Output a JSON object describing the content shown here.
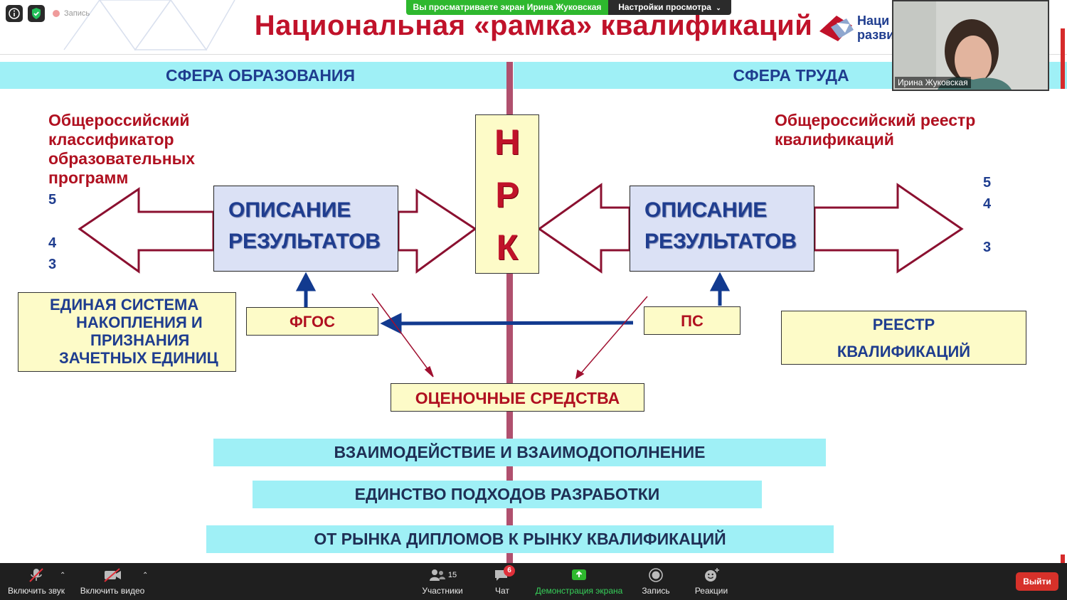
{
  "meeting": {
    "record_indicator": "Запись",
    "share_banner": "Вы просматриваете экран Ирина Жуковская",
    "view_settings": "Настройки просмотра",
    "presenter_name": "Ирина Жуковская",
    "logo_text_line1": "Нaци",
    "logo_text_line2": "разви"
  },
  "slide": {
    "title": "Национальная «рамка» квалификаций",
    "left_band": "СФЕРА ОБРАЗОВАНИЯ",
    "right_band": "СФЕРА ТРУДА",
    "left_heading": [
      "Общероссийский",
      "классификатор",
      "образовательных",
      "программ"
    ],
    "right_heading": [
      "Общероссийский реестр",
      "квалификаций"
    ],
    "left_numbers": [
      "5",
      "4",
      "3"
    ],
    "right_numbers": [
      "5",
      "4",
      "3"
    ],
    "result_box_lines": [
      "ОПИСАНИЕ",
      "РЕЗУЛЬТАТОВ"
    ],
    "nrk_letters": [
      "Н",
      "Р",
      "К"
    ],
    "credit_system": [
      "ЕДИНАЯ СИСТЕМА",
      "НАКОПЛЕНИЯ И",
      "ПРИЗНАНИЯ",
      "ЗАЧЕТНЫХ ЕДИНИЦ"
    ],
    "fgos": "ФГОС",
    "ps": "ПС",
    "registry": [
      "РЕЕСТР",
      "КВАЛИФИКАЦИЙ"
    ],
    "assessment": "ОЦЕНОЧНЫЕ СРЕДСТВА",
    "bars": [
      "ВЗАИМОДЕЙСТВИЕ И ВЗАИМОДОПОЛНЕНИЕ",
      "ЕДИНСТВО ПОДХОДОВ РАЗРАБОТКИ",
      "ОТ РЫНКА ДИПЛОМОВ К РЫНКУ КВАЛИФИКАЦИЙ"
    ]
  },
  "toolbar": {
    "unmute": "Включить звук",
    "start_video": "Включить видео",
    "participants": "Участники",
    "participants_count": "15",
    "chat": "Чат",
    "chat_badge": "6",
    "share_screen": "Демонстрация экрана",
    "record": "Запись",
    "reactions": "Реакции",
    "leave": "Выйти"
  },
  "colors": {
    "slide_red": "#c0122a",
    "slide_blue": "#1f3d8f",
    "cyan": "#9ff0f6",
    "share_green": "#2eb82e",
    "leave_red": "#d7312a"
  }
}
